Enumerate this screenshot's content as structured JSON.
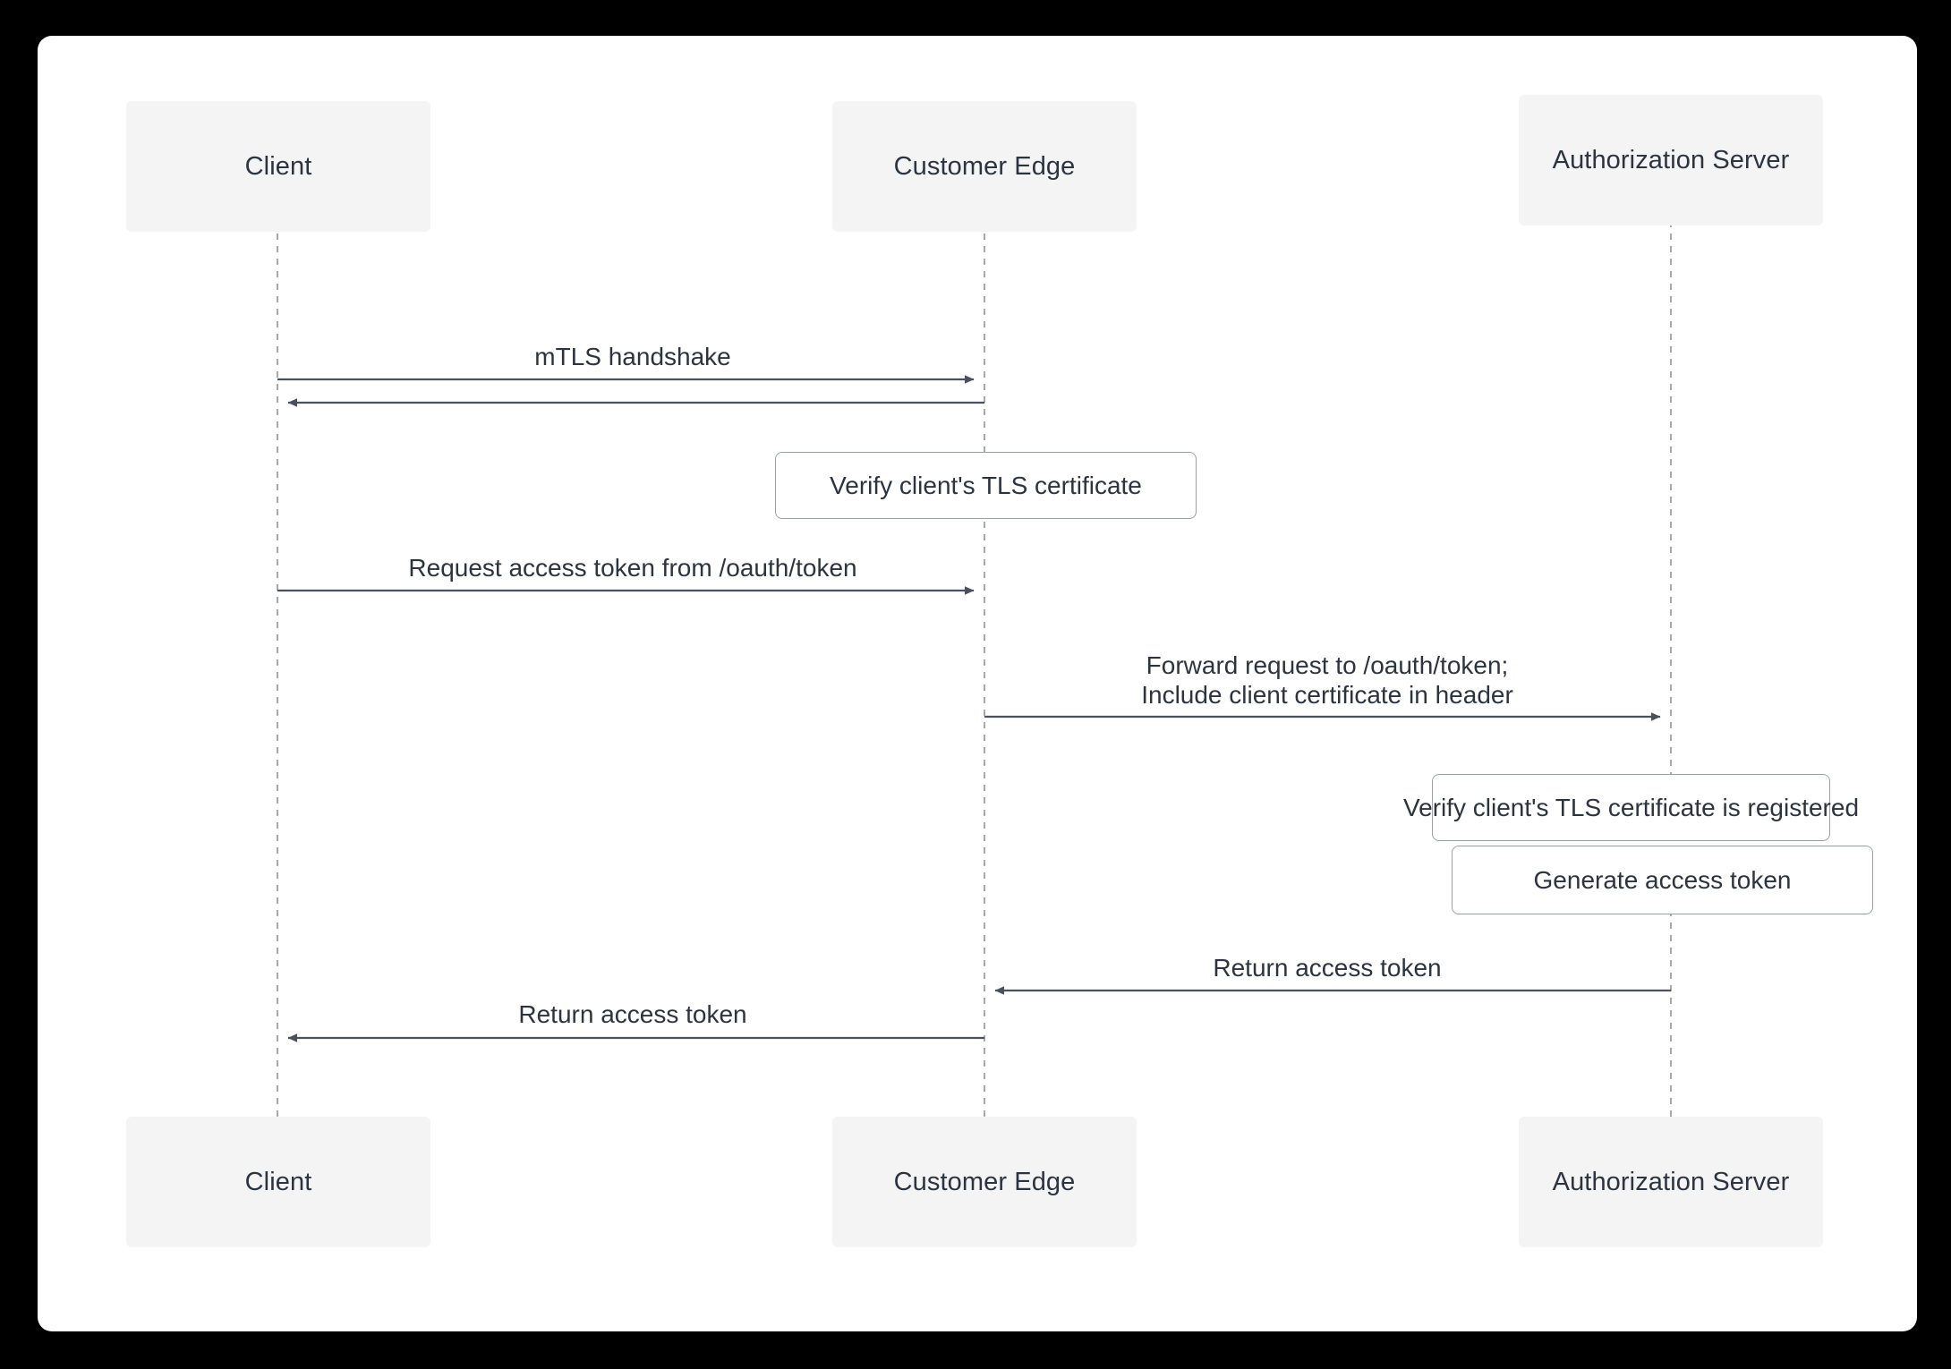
{
  "diagram": {
    "type": "sequence-diagram",
    "background_color": "#000000",
    "panel_color": "#ffffff",
    "participant_box_color": "#f4f4f5",
    "text_color": "#2c3440",
    "line_color": "#4a515c",
    "lifeline_color": "#9aa0a6",
    "participants": [
      {
        "id": "client",
        "label": "Client",
        "label_bottom": "Client"
      },
      {
        "id": "customer-edge",
        "label": "Customer Edge",
        "label_bottom": "Customer Edge"
      },
      {
        "id": "authorization-server",
        "label": "Authorization Server",
        "label_bottom": "Authorization Server"
      }
    ],
    "messages": [
      {
        "id": "m1",
        "label": "mTLS handshake",
        "from": "client",
        "to": "customer-edge",
        "direction": "right"
      },
      {
        "id": "m2",
        "label": "",
        "from": "customer-edge",
        "to": "client",
        "direction": "left"
      },
      {
        "id": "m3",
        "label": "Request access token from /oauth/token",
        "from": "client",
        "to": "customer-edge",
        "direction": "right"
      },
      {
        "id": "m4",
        "label_line1": "Forward request to /oauth/token;",
        "label_line2": "Include client certificate in header",
        "from": "customer-edge",
        "to": "authorization-server",
        "direction": "right"
      },
      {
        "id": "m5",
        "label": "Return access token",
        "from": "authorization-server",
        "to": "customer-edge",
        "direction": "left"
      },
      {
        "id": "m6",
        "label": "Return access token",
        "from": "customer-edge",
        "to": "client",
        "direction": "left"
      }
    ],
    "notes": [
      {
        "id": "n1",
        "label": "Verify client's TLS certificate",
        "over": "customer-edge"
      },
      {
        "id": "n2",
        "label": "Verify client's TLS certificate is registered",
        "over": "authorization-server"
      },
      {
        "id": "n3",
        "label": "Generate access token",
        "over": "authorization-server"
      }
    ]
  }
}
